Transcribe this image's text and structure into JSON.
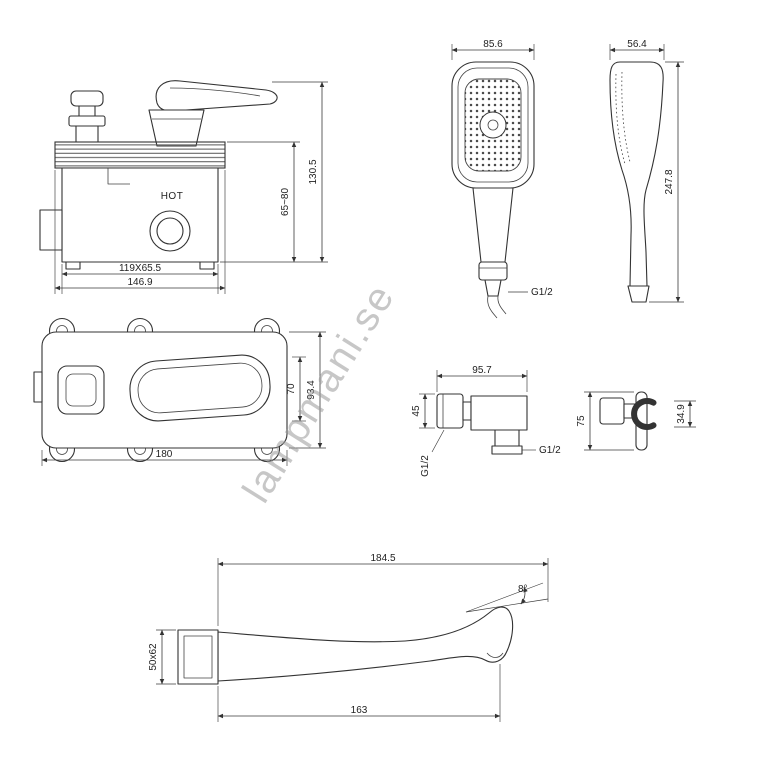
{
  "watermark": "lampmani.se",
  "views": {
    "mixer_side": {
      "hot": "HOT",
      "height_total": "130.5",
      "depth_range": "65~80",
      "width_inner": "119X65.5",
      "width_outer": "146.9"
    },
    "hand_shower_front": {
      "width": "85.6",
      "thread": "G1/2"
    },
    "hand_shower_side": {
      "width": "56.4",
      "height": "247.8"
    },
    "mixer_back": {
      "body_height": "70",
      "plate_height": "93.4",
      "plate_width": "180"
    },
    "wall_elbow": {
      "width": "95.7",
      "height": "45",
      "thread_inlet": "G1/2",
      "thread_outlet": "G1/2"
    },
    "holder": {
      "height": "75",
      "depth": "34.9"
    },
    "spout": {
      "length_total": "184.5",
      "angle": "8°",
      "flange_size": "50x62",
      "length_to_outlet": "163"
    }
  }
}
